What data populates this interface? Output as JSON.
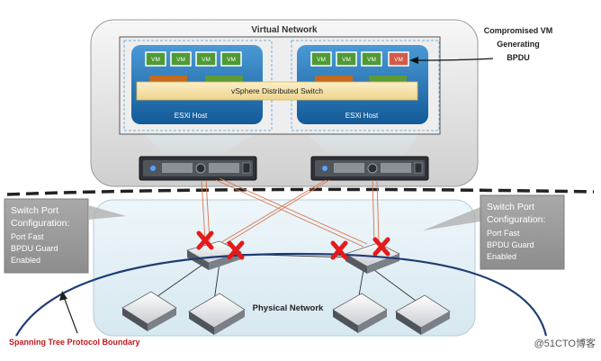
{
  "virtual_network": {
    "title": "Virtual Network",
    "switch_label": "vSphere Distributed Switch",
    "hosts": [
      {
        "label": "ESXi Host",
        "vms": [
          "VM",
          "VM",
          "VM",
          "VM"
        ]
      },
      {
        "label": "ESXi Host",
        "vms": [
          "VM",
          "VM",
          "VM",
          "VM"
        ]
      }
    ],
    "compromised_vm_index": 3
  },
  "compromised_callout": [
    "Compromised VM",
    "Generating",
    "BPDU"
  ],
  "physical_network": {
    "title": "Physical Network"
  },
  "switch_port_config": {
    "left": {
      "heading": [
        "Switch Port",
        "Configuration:"
      ],
      "items": [
        "Port Fast",
        "BPDU Guard",
        "Enabled"
      ]
    },
    "right": {
      "heading": [
        "Switch Port",
        "Configuration:"
      ],
      "items": [
        "Port Fast",
        "BPDU Guard",
        "Enabled"
      ]
    }
  },
  "stp_boundary_label": "Spanning Tree Protocol Boundary",
  "watermark": "@51CTO博客",
  "colors": {
    "vm_green": "#4f9a35",
    "vm_compromised": "#d35a4a",
    "host_blue": "#1e6fb0",
    "uplink_orange": "#c36a1f",
    "uplink_green": "#5c9a36",
    "switch_bar": "#f6e2a6",
    "cross_red": "#e31b1b",
    "stp_red": "#c0181f",
    "boundary_navy": "#1f3c74",
    "link_orange": "#d9764f"
  }
}
